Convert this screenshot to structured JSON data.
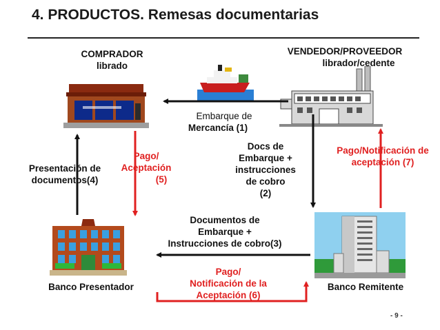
{
  "slide": {
    "title": "4. PRODUCTOS. Remesas documentarias",
    "page_number": "- 9 -"
  },
  "parties": {
    "buyer_title": "COMPRADOR",
    "buyer_role": "librado",
    "seller_title": "VENDEDOR/PROVEEDOR",
    "seller_role": "librador/cedente",
    "presenting_bank": "Banco Presentador",
    "remitting_bank": "Banco Remitente"
  },
  "steps": {
    "shipment_line1": "Embarque de",
    "shipment_line2": "Mercancía (1)",
    "docs_line1": "Docs de",
    "docs_line2": "Embarque +",
    "docs_line3": "instrucciones",
    "docs_line4": "de cobro",
    "docs_line5": "(2)",
    "bank_docs_line1": "Documentos de",
    "bank_docs_line2": "Embarque +",
    "bank_docs_line3": "Instrucciones de cobro(3)",
    "presentation_line1": "Presentación de",
    "presentation_line2": "documentos(4)",
    "payment5_line1": "Pago/",
    "payment5_line2": "Aceptación",
    "payment5_line3": "(5)",
    "payment6_line1": "Pago/",
    "payment6_line2": "Notificación de la",
    "payment6_line3": "Aceptación (6)",
    "payment7_line1": "Pago/Notificación de",
    "payment7_line2": "aceptación (7)"
  },
  "colors": {
    "flow_black": "#111111",
    "flow_red": "#e02020"
  }
}
